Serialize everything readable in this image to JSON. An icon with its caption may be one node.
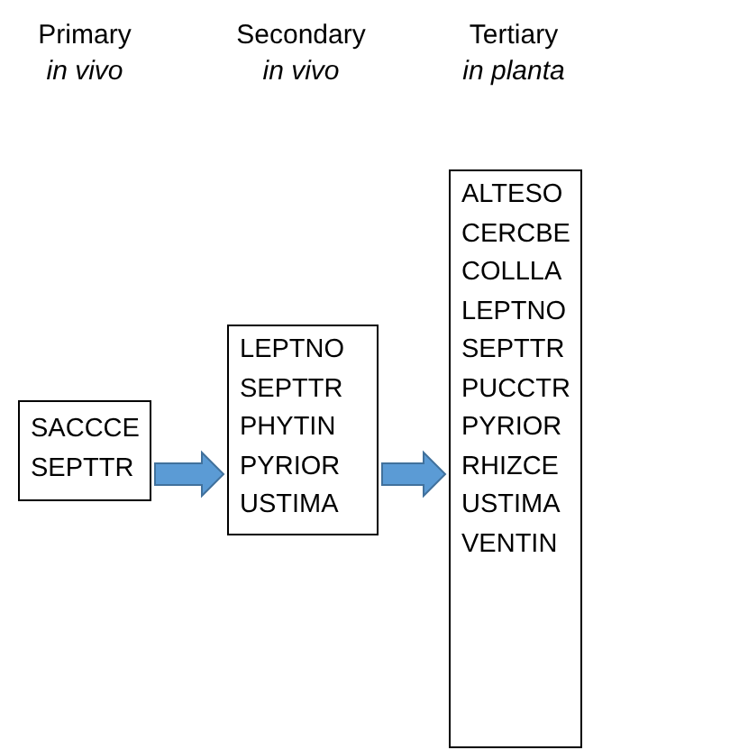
{
  "diagram": {
    "nodes": [
      {
        "text": [
          "SACCCE",
          "SEPTTR"
        ]
      },
      {
        "text": [
          "LEPTNO",
          "SEPTTR",
          "PHYTIN",
          "PYRIOR",
          "USTIMA"
        ]
      },
      {
        "text": [
          "ALTESO",
          "CERCBE",
          "COLLLA",
          "LEPTNO",
          "SEPTTR",
          "PUCCTR",
          "PYRIOR",
          "RHIZCE",
          "USTIMA",
          "VENTIN"
        ]
      }
    ],
    "edges": [
      {
        "from": 0,
        "to": 1,
        "arrow": "to"
      },
      {
        "from": 1,
        "to": 2,
        "arrow": "to"
      }
    ],
    "labels": [
      "Primary",
      "in vivo",
      "Secondary",
      "in vivo",
      "Tertiary",
      "in planta"
    ]
  }
}
